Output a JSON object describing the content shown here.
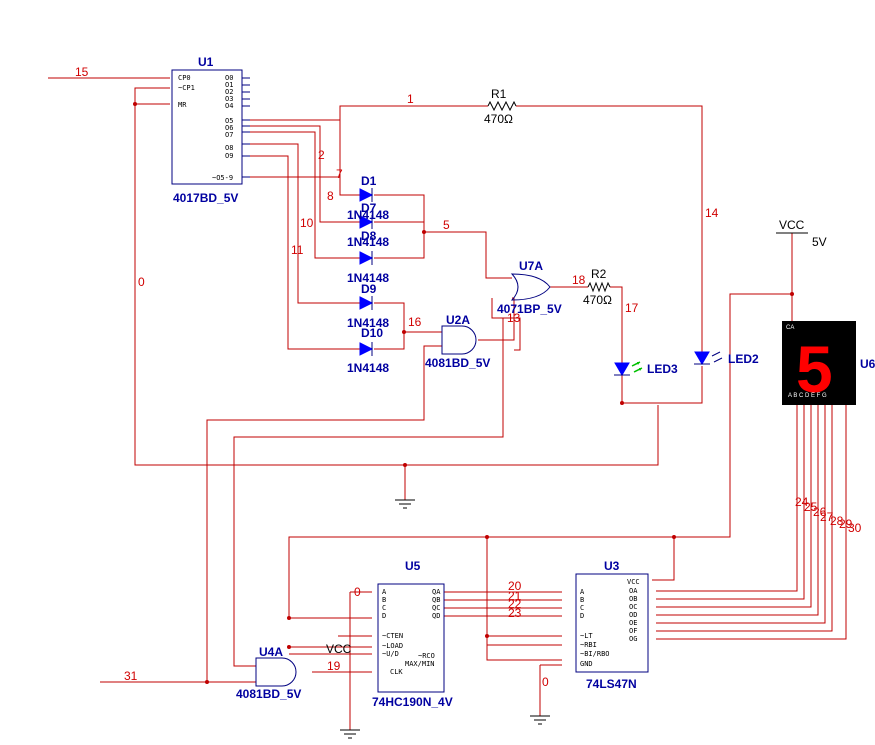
{
  "components": {
    "u1": {
      "ref": "U1",
      "part": "4017BD_5V",
      "pins_left": [
        "CP0",
        "~CP1",
        "MR"
      ],
      "pins_right": [
        "O0",
        "O1",
        "O2",
        "O3",
        "O4",
        "O5",
        "O6",
        "O7",
        "O8",
        "O9"
      ],
      "pin_carry": "~O5-9"
    },
    "r1": {
      "ref": "R1",
      "value": "470Ω"
    },
    "r2": {
      "ref": "R2",
      "value": "470Ω"
    },
    "d1": {
      "ref": "D1",
      "part": "1N4148"
    },
    "d7": {
      "ref": "D7",
      "part": "1N4148"
    },
    "d8": {
      "ref": "D8",
      "part": "1N4148"
    },
    "d9": {
      "ref": "D9",
      "part": "1N4148"
    },
    "d10": {
      "ref": "D10",
      "part": "1N4148"
    },
    "u7a": {
      "ref": "U7A",
      "part": "4071BP_5V"
    },
    "u2a": {
      "ref": "U2A",
      "part": "4081BD_5V"
    },
    "u4a": {
      "ref": "U4A",
      "part": "4081BD_5V"
    },
    "led3": {
      "ref": "LED3"
    },
    "led2": {
      "ref": "LED2"
    },
    "vcc": {
      "label": "VCC",
      "value": "5V"
    },
    "vcc2": {
      "label": "VCC"
    },
    "u6": {
      "ref": "U6",
      "tag": "CA",
      "digit": "5",
      "segments": "A B C D E F G"
    },
    "u5": {
      "ref": "U5",
      "part": "74HC190N_4V",
      "pins_left": [
        "A",
        "B",
        "C",
        "D",
        "~CTEN",
        "~LOAD",
        "~U/D",
        "CLK"
      ],
      "pins_right": [
        "QA",
        "QB",
        "QC",
        "QD",
        "~RCO",
        "MAX/MIN"
      ]
    },
    "u3": {
      "ref": "U3",
      "part": "74LS47N",
      "pins_left": [
        "A",
        "B",
        "C",
        "D",
        "~LT",
        "~RBI",
        "~BI/RBO",
        "GND"
      ],
      "pins_right": [
        "VCC",
        "OA",
        "OB",
        "OC",
        "OD",
        "OE",
        "OF",
        "OG"
      ]
    }
  },
  "nets": {
    "n15": "15",
    "n1": "1",
    "n2": "2",
    "n7": "7",
    "n8": "8",
    "n5": "5",
    "n10": "10",
    "n11": "11",
    "n0a": "0",
    "n14": "14",
    "n18": "18",
    "n17": "17",
    "n16": "16",
    "n13": "13",
    "n24": "24",
    "n25": "25",
    "n26": "26",
    "n27": "27",
    "n28": "28",
    "n29": "29",
    "n30": "30",
    "n20": "20",
    "n21": "21",
    "n22": "22",
    "n23": "23",
    "n0b": "0",
    "n0c": "0",
    "n31": "31",
    "n19": "19"
  },
  "colors": {
    "wire": "#c00000",
    "part": "#000080",
    "led_red": "#ff0000",
    "led_arrow": "#00c000",
    "display_bg": "#000000",
    "display_seg": "#ff0000"
  }
}
